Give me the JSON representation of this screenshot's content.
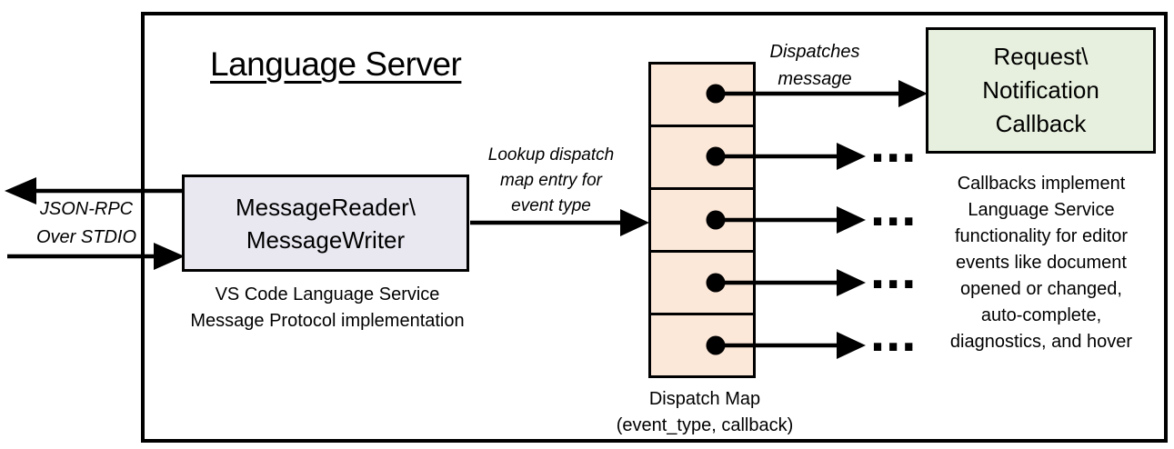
{
  "title": "Language Server",
  "colors": {
    "reader_fill": "#e9e8f1",
    "cell_fill": "#fce8d9",
    "callback_fill": "#e7f0de",
    "stroke": "#000000"
  },
  "io_label": {
    "lines": [
      "JSON-RPC",
      "Over STDIO"
    ]
  },
  "reader_box": {
    "lines": [
      "MessageReader\\",
      "MessageWriter"
    ]
  },
  "reader_caption": {
    "lines": [
      "VS Code Language Service",
      "Message Protocol implementation"
    ]
  },
  "lookup_label": {
    "lines": [
      "Lookup dispatch",
      "map entry for",
      "event type"
    ]
  },
  "dispatches_label": {
    "lines": [
      "Dispatches",
      "message"
    ]
  },
  "callback_box": {
    "lines": [
      "Request\\",
      "Notification",
      "Callback"
    ]
  },
  "dispatch_map": {
    "cell_count": 5,
    "caption_lines": [
      "Dispatch Map",
      "(event_type, callback)"
    ],
    "ellipsis": "..."
  },
  "note": {
    "lines": [
      "Callbacks implement",
      "Language Service",
      "functionality for editor",
      "events like document",
      "opened or changed,",
      "auto-complete,",
      "diagnostics, and hover"
    ]
  }
}
